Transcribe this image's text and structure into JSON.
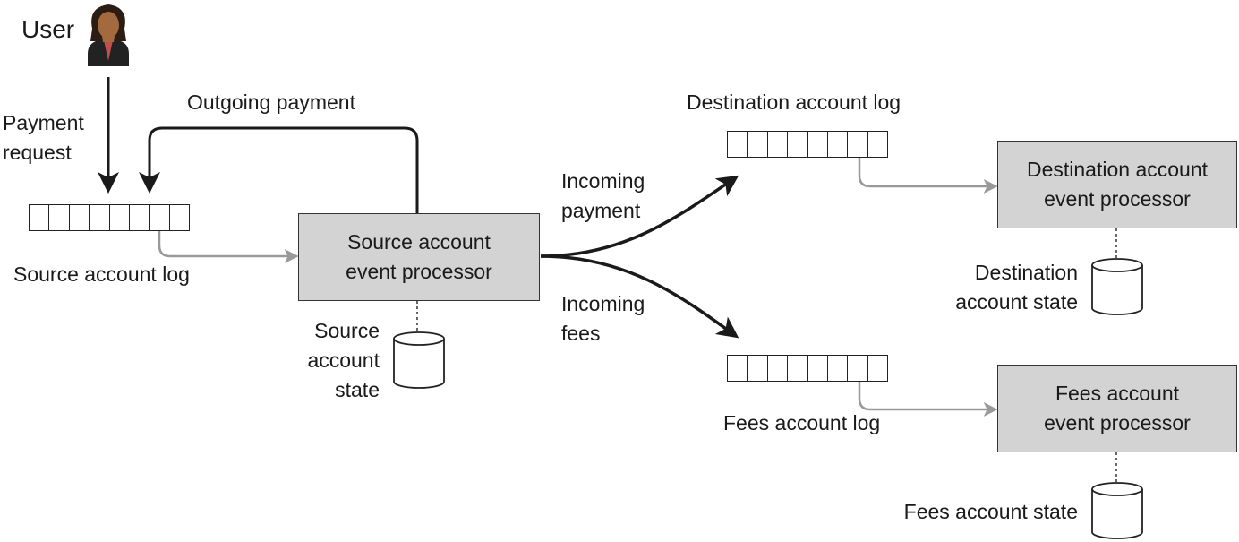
{
  "user": {
    "label": "User"
  },
  "flows": {
    "payment_request": [
      "Payment",
      "request"
    ],
    "outgoing_payment": "Outgoing payment",
    "incoming_payment": [
      "Incoming",
      "payment"
    ],
    "incoming_fees": [
      "Incoming",
      "fees"
    ]
  },
  "logs": {
    "source": "Source account log",
    "destination": "Destination account log",
    "fees": "Fees account log"
  },
  "processors": {
    "source": [
      "Source account",
      "event processor"
    ],
    "destination": [
      "Destination account",
      "event processor"
    ],
    "fees": [
      "Fees account",
      "event processor"
    ]
  },
  "states": {
    "source": [
      "Source",
      "account",
      "state"
    ],
    "destination": [
      "Destination",
      "account state"
    ],
    "fees": "Fees account state"
  },
  "colors": {
    "box_fill": "#d3d3d3",
    "arrow_dark": "#1a1a1a",
    "arrow_gray": "#999999"
  }
}
